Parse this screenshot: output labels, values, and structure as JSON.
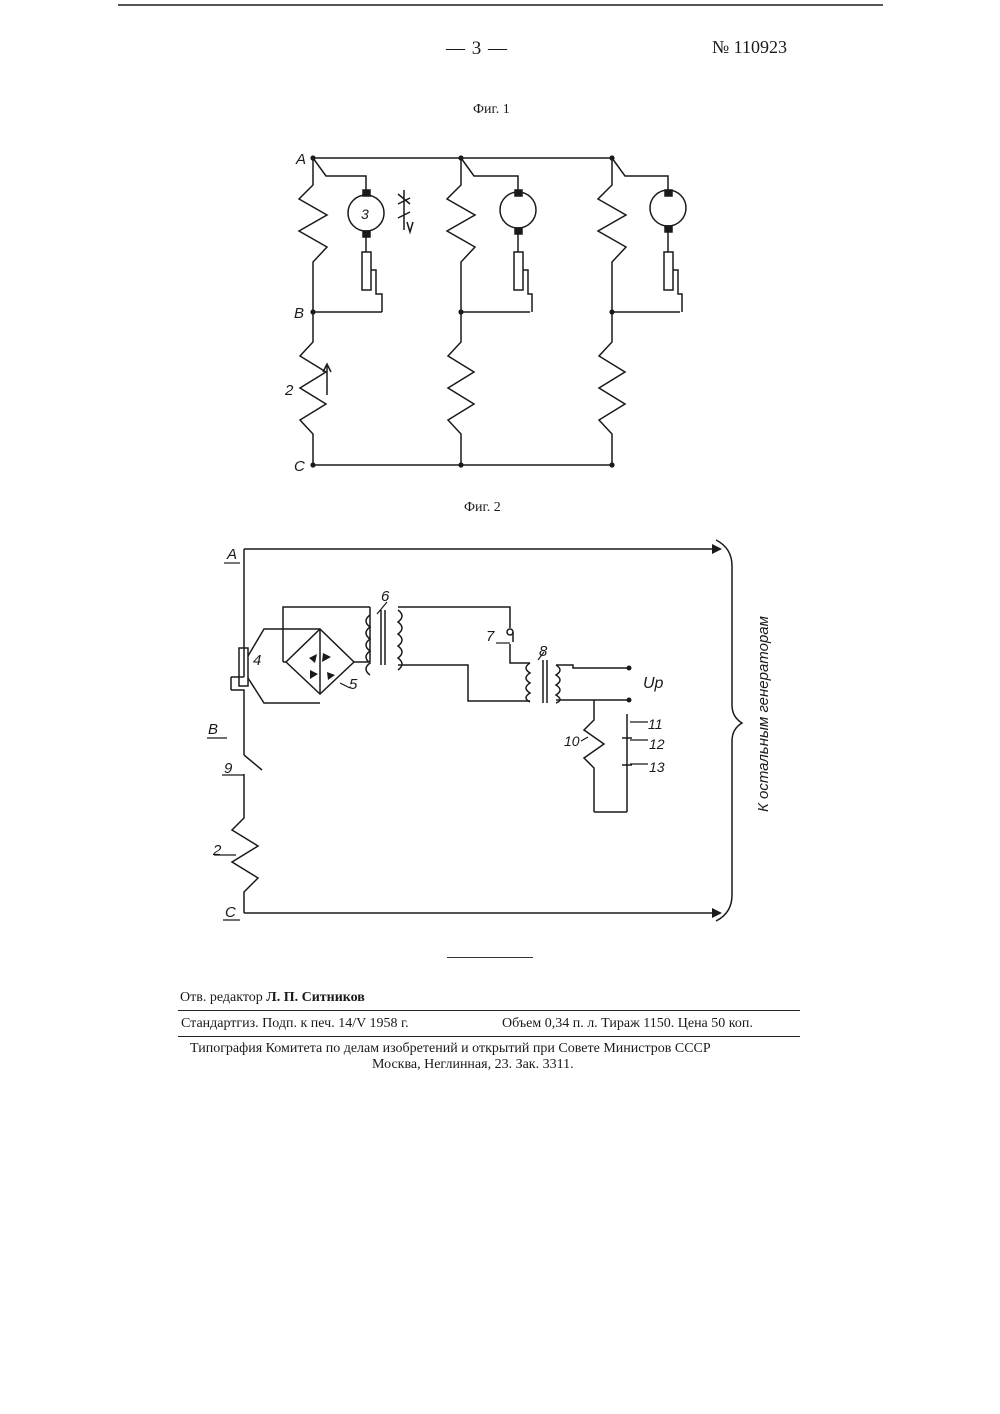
{
  "header": {
    "page_number": "— 3 —",
    "patent_number": "№ 110923"
  },
  "figure1": {
    "caption": "Фиг. 1",
    "node_labels": {
      "a": "A",
      "b": "B",
      "c": "C"
    },
    "component_labels": {
      "generator": "3",
      "resistor": "2"
    }
  },
  "figure2": {
    "caption": "Фиг. 2",
    "node_labels": {
      "a": "A",
      "b": "B",
      "c": "C"
    },
    "component_labels": [
      "4",
      "5",
      "6",
      "7",
      "8",
      "9",
      "2",
      "10",
      "11",
      "12",
      "13"
    ],
    "voltage_label": "Uр",
    "brace_text": "К остальным генераторам"
  },
  "imprint": {
    "editor_prefix": "Отв. редактор",
    "editor_name": "Л. П. Ситников",
    "publication_left": "Стандартгиз. Подп. к печ. 14/V 1958 г.",
    "publication_right": "Объем 0,34 п. л. Тираж 1150. Цена 50 коп.",
    "printer_line_1": "Типография Комитета по делам изобретений и открытий при Совете Министров СССР",
    "printer_line_2": "Москва, Неглинная, 23. Зак. 3311."
  }
}
